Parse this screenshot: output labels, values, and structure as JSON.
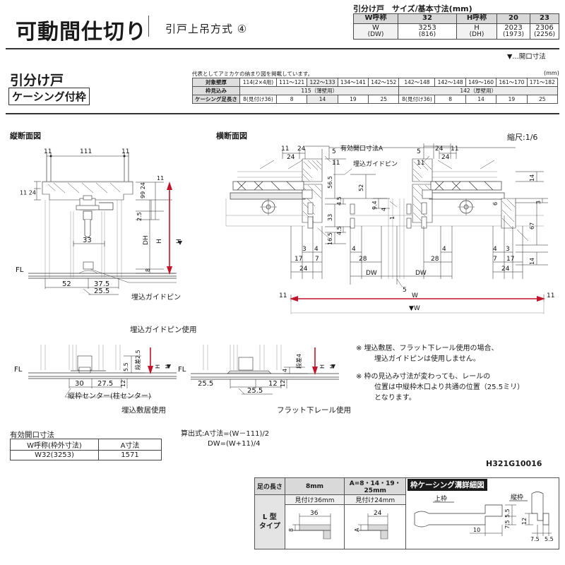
{
  "header": {
    "title": "可動間仕切り",
    "divider": "|",
    "subtitle": "引戸上吊方式 ④"
  },
  "size_table": {
    "caption": "引分け戸　サイズ/基本寸法(mm)",
    "headers": [
      "W呼称",
      "32",
      "H呼称",
      "20",
      "23"
    ],
    "row_labels": {
      "w": "W",
      "w_sub": "(DW)",
      "h": "H",
      "h_sub": "(DH)"
    },
    "values": {
      "w": "3253",
      "w_sub": "(816)",
      "h20": "2023",
      "h20_sub": "(1973)",
      "h23": "2306",
      "h23_sub": "(2256)"
    },
    "opening_note": "▼…開口寸法"
  },
  "door_type": {
    "label": "引分け戸",
    "casing": "ケーシング付枠"
  },
  "wall_table": {
    "note": "代表としてアミカケの納まり図を掲載しています。",
    "unit": "(mm)",
    "rows": [
      {
        "label": "対象壁厚",
        "cells": [
          "114(2×4用)",
          "111～121",
          "122～133",
          "134～141",
          "142～152",
          "142～148",
          "142～148",
          "149～160",
          "161～170",
          "171～182"
        ]
      },
      {
        "label": "枠見込み",
        "cells": [
          "115（薄壁用）",
          "142（厚壁用）"
        ]
      },
      {
        "label": "ケーシング足長さ",
        "cells": [
          "8(見付け36)",
          "8",
          "14",
          "19",
          "25",
          "8(見付け36)",
          "8",
          "14",
          "19",
          "25"
        ]
      }
    ]
  },
  "vertical_section": {
    "caption": "縦断面図",
    "dims": [
      "11",
      "111",
      "11",
      "11",
      "24",
      "11",
      "24",
      "99",
      "24",
      "2.5",
      "33",
      "52",
      "37.5",
      "25.5",
      "8"
    ],
    "labels": {
      "fl": "FL",
      "dh": "DH",
      "h": "H",
      "h_arrow": "H",
      "guide_pin": "埋込ガイドピン"
    }
  },
  "detail_embedded": {
    "title": "埋込ガイドピン使用",
    "caption_bottom": "埋込敷居使用",
    "center_note": "縦枠センター(柱センター)",
    "dims": [
      "段差2.5",
      "5.5",
      "30",
      "27.5",
      "12"
    ],
    "fl": "FL",
    "h": "H"
  },
  "detail_flat": {
    "caption_bottom": "フラット下レール使用",
    "dims": [
      "段差4",
      "4",
      "25.5",
      "25.5",
      "12",
      "12"
    ],
    "fl": "FL",
    "h": "H"
  },
  "horizontal_section": {
    "caption": "横断面図",
    "scale": "縮尺:1/6",
    "opening_label": "有効開口寸法A",
    "guide_pin": "埋込ガイドピン",
    "dims_left": [
      "11",
      "24",
      "24",
      "5",
      "11",
      "56.5",
      "4.5",
      "33",
      "4.5",
      "16.5",
      "3",
      "4",
      "17",
      "7",
      "24",
      "11"
    ],
    "dims_mid": [
      "52",
      "9.4",
      "4",
      "1",
      "4",
      "28",
      "5",
      "DW",
      "DW",
      "W",
      "▼W"
    ],
    "dims_right": [
      "24",
      "11",
      "24",
      "5",
      "11",
      "14",
      "3",
      "67",
      "14",
      "4",
      "3",
      "7",
      "17",
      "24",
      "11",
      "28",
      "6"
    ]
  },
  "notes": [
    "※ 埋込敷居、フラット下レール使用の場合、\n埋込ガイドピンは使用しません。",
    "※ 枠の見込み寸法が変わっても、レールの\n位置は中縦枠木口より共通の位置（25.5ミリ）\nとなります。"
  ],
  "opening_table": {
    "caption": "有効開口寸法",
    "headers": [
      "W呼称(枠外寸法)",
      "A寸法"
    ],
    "rows": [
      [
        "W32(3253)",
        "1571"
      ]
    ]
  },
  "formula": {
    "line1": "算出式:A寸法=(W－111)/2",
    "line2": "DW=(W+11)/4"
  },
  "doc_code": "H321G10016",
  "bottom_table": {
    "headers": [
      "足の長さ",
      "8mm",
      "A=8・14・19・25mm"
    ],
    "subheaders": [
      "見付け36mm",
      "見付け24mm"
    ],
    "side_label": "L 型\nタイプ",
    "side_label_1": "L 型",
    "side_label_2": "タイプ",
    "dim_36": "36",
    "dim_8": "8",
    "dim_24": "24",
    "dim_a": "A",
    "detail_title": "枠ケーシング溝詳細図",
    "detail_labels": {
      "upper": "上枠",
      "side": "縦枠"
    },
    "detail_dims": [
      "5.5",
      "7.5",
      "10",
      "12",
      "7.5",
      "5.5"
    ]
  },
  "colors": {
    "accent_red": "#c0152a",
    "line": "#333333",
    "header_fill": "#d9d9d9"
  }
}
